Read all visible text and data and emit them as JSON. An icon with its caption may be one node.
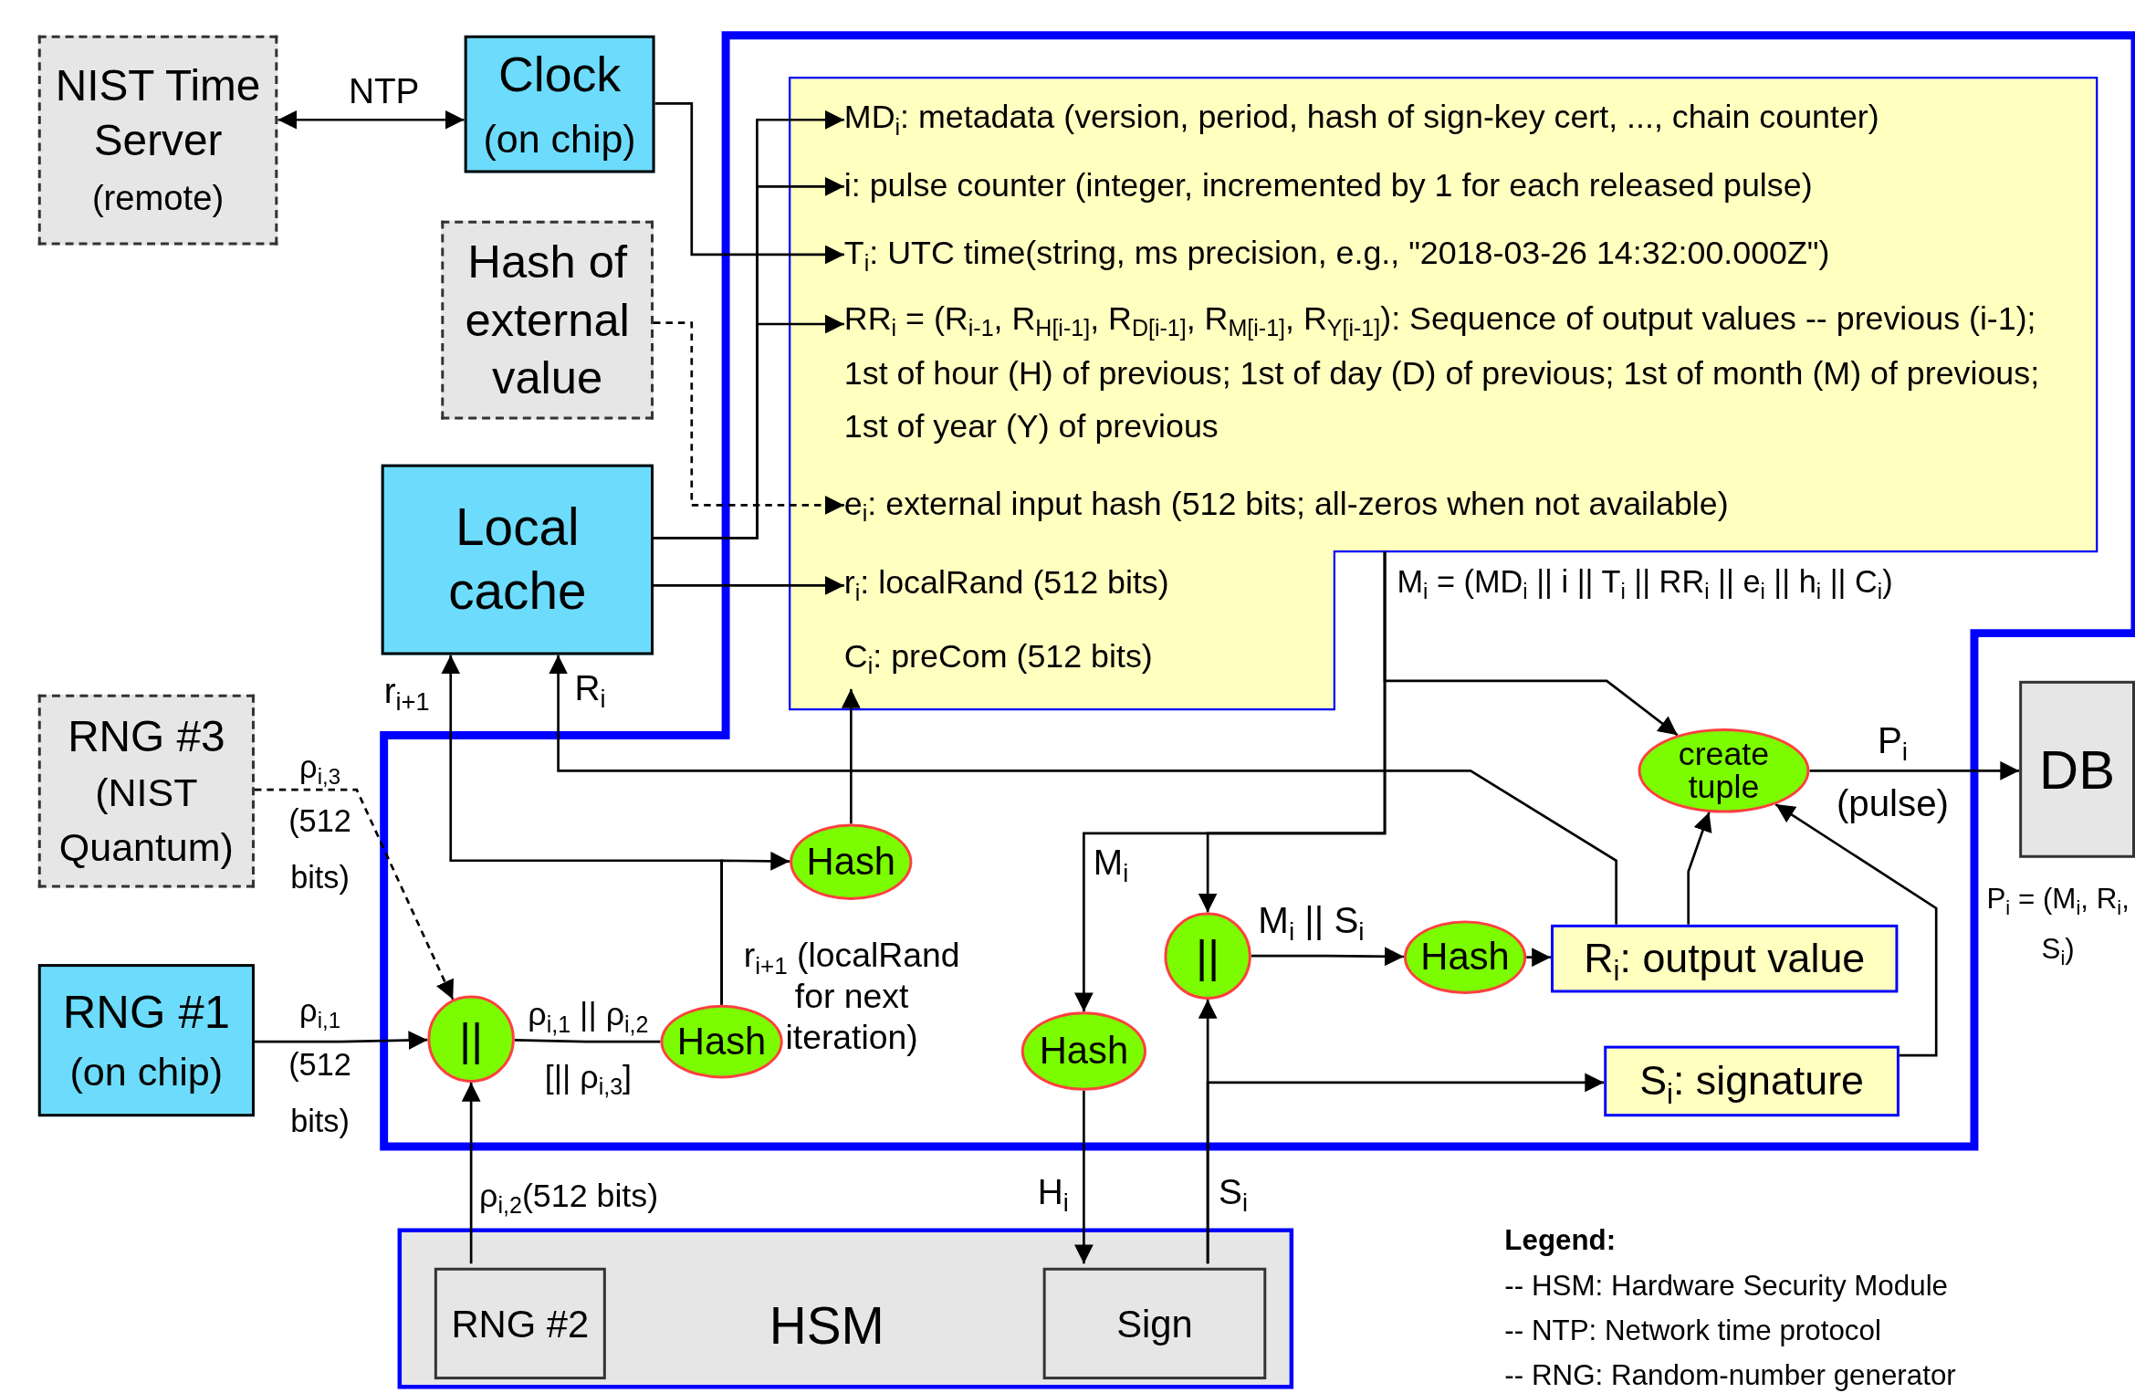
{
  "diagram": {
    "nodes": [
      {
        "text": [
          "NIST Time Server",
          "(remote)"
        ]
      },
      {
        "text": [
          "Clock",
          "(on chip)"
        ]
      },
      {
        "text": [
          "Hash of external value"
        ]
      },
      {
        "text": [
          "Local cache"
        ]
      },
      {
        "text": [],
        "shape": "box"
      },
      {
        "text": [],
        "shape": "box",
        "in": 4
      },
      {
        "text": [
          "MD$_{i}$: metadata (version, period, hash of sign-key cert, ..., chain counter)"
        ],
        "in": 5
      },
      {
        "text": [
          "i: pulse counter (integer, incremented by 1 for each released pulse)"
        ],
        "in": 5
      },
      {
        "text": [
          "T$_{i}$: UTC time(string, ms precision, e.g., \"2018-03-26 14:32:00.000Z\")"
        ],
        "in": 5
      },
      {
        "text": [
          "RR$_{i}$ = (R$_{i-1}$, R$_{H[i-1]}$, R$_{D[i-1]}$, R$_{M[i-1]}$, R$_{Y[i-1]}$): Sequence of output values -- previous (i-1); 1st of hour (H) of previous; 1st of day (D) of previous; 1st of month (M) of previous; 1st of year (Y) of previous"
        ],
        "in": 5
      },
      {
        "text": [
          "e$_{i}$: external input hash (512 bits; all-zeros when not available)"
        ],
        "in": 5
      },
      {
        "text": [
          "r$_{i}$: localRand (512 bits)"
        ],
        "in": 5
      },
      {
        "text": [
          "C$_{i}$: preCom (512 bits)"
        ],
        "in": 5
      },
      {
        "text": [
          "RNG #3",
          "(NIST Quantum)"
        ]
      },
      {
        "text": [
          "RNG #1",
          "(on chip)"
        ]
      },
      {
        "text": [
          "||"
        ],
        "in": 4
      },
      {
        "text": [
          "Hash"
        ],
        "in": 4
      },
      {
        "text": [
          "Hash"
        ],
        "in": 4
      },
      {
        "text": [
          "Hash"
        ],
        "in": 4
      },
      {
        "text": [
          "||"
        ],
        "in": 4
      },
      {
        "text": [
          "Hash"
        ],
        "in": 4
      },
      {
        "text": [
          "R$_{i}$: output value"
        ],
        "in": 4
      },
      {
        "text": [
          "S$_{i}$: signature"
        ],
        "in": 4
      },
      {
        "text": [
          "create tuple"
        ],
        "in": 4
      },
      {
        "text": [
          "DB"
        ],
        "beside": [
          "P$_{i}$ = (M$_{i}$, R$_{i}$, S$_{i}$)"
        ]
      },
      {
        "text": [
          "HSM"
        ]
      },
      {
        "text": [
          "RNG #2"
        ],
        "in": 25
      },
      {
        "text": [
          "Sign"
        ],
        "in": 25
      }
    ],
    "edges": [
      {
        "from": 0,
        "to": 1,
        "arrow": "both",
        "label": "NTP"
      },
      {
        "from": 3,
        "to": 6,
        "arrow": "to"
      },
      {
        "from": 3,
        "to": 7,
        "arrow": "to"
      },
      {
        "from": 1,
        "to": 8,
        "arrow": "to"
      },
      {
        "from": 3,
        "to": 9,
        "arrow": "to"
      },
      {
        "from": 2,
        "to": 10,
        "arrow": "to",
        "style": "dashed"
      },
      {
        "from": 3,
        "to": 11,
        "arrow": "to"
      },
      {
        "from": 17,
        "to": 12,
        "arrow": "to"
      },
      {
        "from": 16,
        "to": 3,
        "arrow": "to",
        "label": "r$_{i+1}$"
      },
      {
        "from": 16,
        "to": 17,
        "arrow": "to",
        "label": "r$_{i+1}$ (localRand for next iteration)"
      },
      {
        "from": 21,
        "to": 3,
        "arrow": "to",
        "label": "R$_{i}$"
      },
      {
        "from": 13,
        "to": 15,
        "arrow": "to",
        "style": "dashed",
        "label": "ρ$_{i,3}$ (512 bits)"
      },
      {
        "from": 14,
        "to": 15,
        "arrow": "to",
        "label": "ρ$_{i,1}$ (512 bits)"
      },
      {
        "from": 26,
        "to": 15,
        "arrow": "to",
        "label": "ρ$_{i,2}$(512 bits)"
      },
      {
        "from": 15,
        "to": 16,
        "arrow": "none",
        "label": "ρ$_{i,1}$ || ρ$_{i,2}$ [|| ρ$_{i,3}$]"
      },
      {
        "from": 5,
        "to": 23,
        "arrow": "to",
        "label": "M$_{i}$ = (MD$_{i}$ || i || T$_{i}$ || RR$_{i}$ || e$_{i}$ || h$_{i}$ || C$_{i}$)"
      },
      {
        "from": 5,
        "to": 19,
        "arrow": "to"
      },
      {
        "from": 5,
        "to": 18,
        "arrow": "to",
        "label": "M$_{i}$"
      },
      {
        "from": 18,
        "to": 27,
        "arrow": "to",
        "label": "H$_{i}$"
      },
      {
        "from": 27,
        "to": 19,
        "arrow": "to",
        "label": "S$_{i}$"
      },
      {
        "from": 27,
        "to": 22,
        "arrow": "to"
      },
      {
        "from": 19,
        "to": 20,
        "arrow": "to",
        "label": "M$_{i}$ || S$_{i}$"
      },
      {
        "from": 20,
        "to": 21,
        "arrow": "to"
      },
      {
        "from": 21,
        "to": 23,
        "arrow": "to"
      },
      {
        "from": 22,
        "to": 23,
        "arrow": "to"
      },
      {
        "from": 23,
        "to": 24,
        "arrow": "to",
        "label": "P$_{i}$ (pulse)"
      }
    ],
    "labels": [
      "Legend:",
      "-- HSM: Hardware Security Module",
      "-- NTP: Network time protocol",
      "-- RNG: Random-number generator"
    ]
  }
}
